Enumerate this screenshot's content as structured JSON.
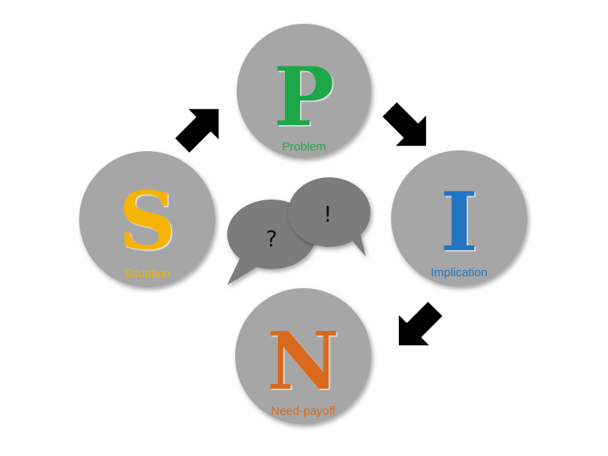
{
  "nodes": [
    {
      "id": "problem",
      "letter": "P",
      "label": "Problem",
      "color": "#1fa84a"
    },
    {
      "id": "implication",
      "letter": "I",
      "label": "Implication",
      "color": "#2274c3"
    },
    {
      "id": "situation",
      "letter": "S",
      "label": "Situation",
      "color": "#f4b400"
    },
    {
      "id": "need-payoff",
      "letter": "N",
      "label": "Need-payoff",
      "color": "#d9691f"
    }
  ],
  "bubbles": {
    "question": "?",
    "exclamation": "!"
  },
  "colors": {
    "circle": "#a6a6a6",
    "bubble": "#7b7b7b",
    "arrow": "#000000"
  }
}
